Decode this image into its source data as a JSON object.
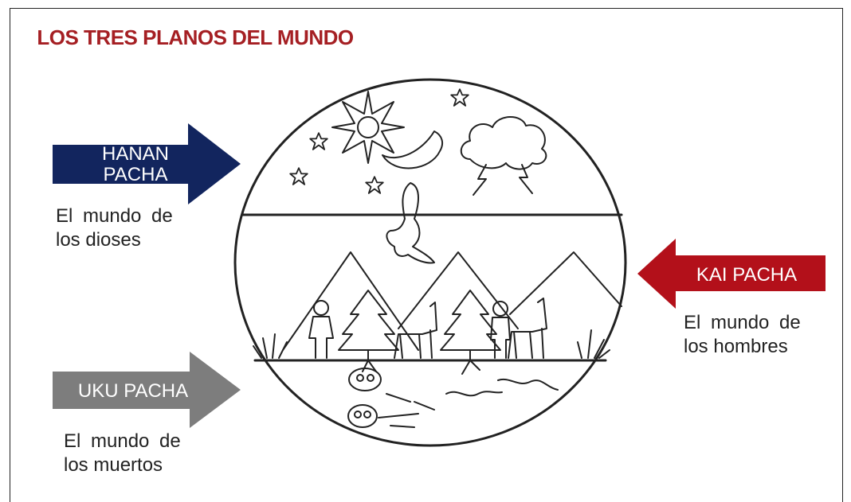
{
  "title": "LOS TRES PLANOS DEL MUNDO",
  "hanan": {
    "label_line1": "HANAN",
    "label_line2": "PACHA",
    "desc_line1": "El mundo de",
    "desc_line2": "los dioses",
    "color": "#12255e"
  },
  "kai": {
    "label": "KAI PACHA",
    "desc_line1": "El mundo de",
    "desc_line2": "los hombres",
    "color": "#b3101a"
  },
  "uku": {
    "label": "UKU PACHA",
    "desc_line1": "El mundo de",
    "desc_line2": "los muertos",
    "color": "#7d7d7d"
  },
  "title_color": "#a51f23"
}
